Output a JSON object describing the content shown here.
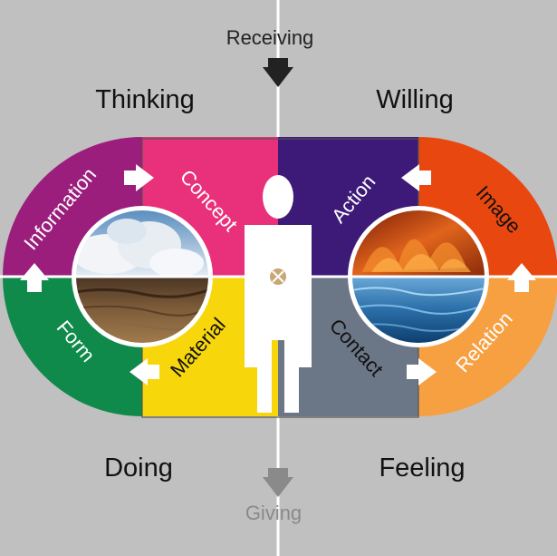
{
  "top_label": "Receiving",
  "bottom_label": "Giving",
  "quadrants": {
    "top_left": "Thinking",
    "top_right": "Willing",
    "bottom_left": "Doing",
    "bottom_right": "Feeling"
  },
  "segments": {
    "information": "Information",
    "concept": "Concept",
    "form": "Form",
    "material": "Material",
    "action": "Action",
    "image": "Image",
    "contact": "Contact",
    "relation": "Relation"
  },
  "colors": {
    "background": "#c0c0c0",
    "information": "#9b1e7d",
    "concept": "#e8317a",
    "form": "#0f8a4a",
    "material": "#f7d70c",
    "action": "#3d1a78",
    "image": "#e8470f",
    "contact": "#6b7687",
    "relation": "#f6a042"
  }
}
